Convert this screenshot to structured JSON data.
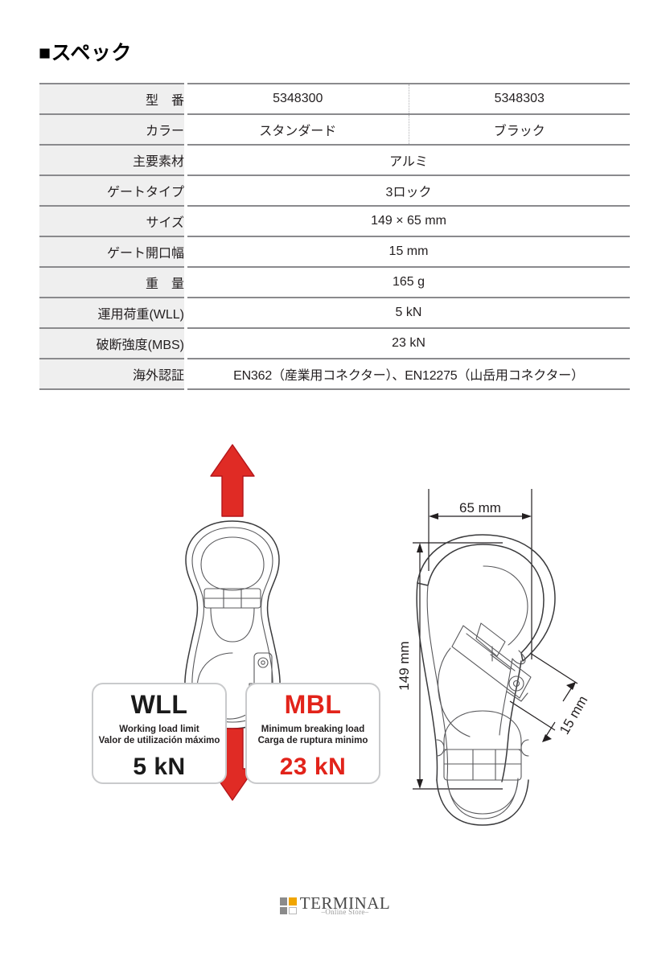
{
  "heading": {
    "bullet": "■",
    "title": "スペック"
  },
  "spec_table": {
    "rows": [
      {
        "label": "型　番",
        "split": true,
        "value_left": "5348300",
        "value_right": "5348303"
      },
      {
        "label": "カラー",
        "split": true,
        "value_left": "スタンダード",
        "value_right": "ブラック"
      },
      {
        "label": "主要素材",
        "split": false,
        "value": "アルミ"
      },
      {
        "label": "ゲートタイプ",
        "split": false,
        "value": "3ロック"
      },
      {
        "label": "サイズ",
        "split": false,
        "value": "149 × 65 mm"
      },
      {
        "label": "ゲート開口幅",
        "split": false,
        "value": "15 mm"
      },
      {
        "label": "重　量",
        "split": false,
        "value": "165 g"
      },
      {
        "label": "運用荷重(WLL)",
        "split": false,
        "value": "5 kN"
      },
      {
        "label": "破断強度(MBS)",
        "split": false,
        "value": "23 kN"
      },
      {
        "label": "海外認証",
        "split": false,
        "value": "EN362（産業用コネクター）、EN12275（山岳用コネクター）"
      }
    ]
  },
  "figures": {
    "load_diagram": {
      "arrow_up": "up-load-arrow",
      "arrow_down": "down-load-arrow",
      "arrow_color": "#e02b25"
    },
    "dimension_diagram": {
      "width_label": "65 mm",
      "height_label": "149 mm",
      "gate_label": "15 mm"
    }
  },
  "badges": [
    {
      "code": "WLL",
      "line1": "Working load limit",
      "line2": "Valor de utilización máximo",
      "value": "5 kN",
      "color": "#1a1a1a"
    },
    {
      "code": "MBL",
      "line1": "Minimum breaking load",
      "line2": "Carga de ruptura minimo",
      "value": "23 kN",
      "color": "#e2231a"
    }
  ],
  "footer": {
    "brand": "TERMINAL",
    "tagline": "–Online Store–"
  }
}
